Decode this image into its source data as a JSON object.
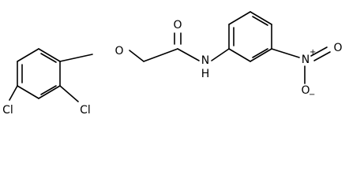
{
  "atom_labels": {
    "ether_oxygen": "O",
    "carbonyl_oxygen": "O",
    "amide_nitrogen": "N",
    "amide_hydrogen": "H",
    "nitro_nitrogen": "N",
    "nitro_oxygen_right": "O",
    "nitro_oxygen_bottom": "O",
    "chlorine_para": "Cl",
    "chlorine_ortho": "Cl"
  },
  "charges": {
    "nitro_nitrogen": "+",
    "nitro_oxygen_bottom": "−"
  }
}
